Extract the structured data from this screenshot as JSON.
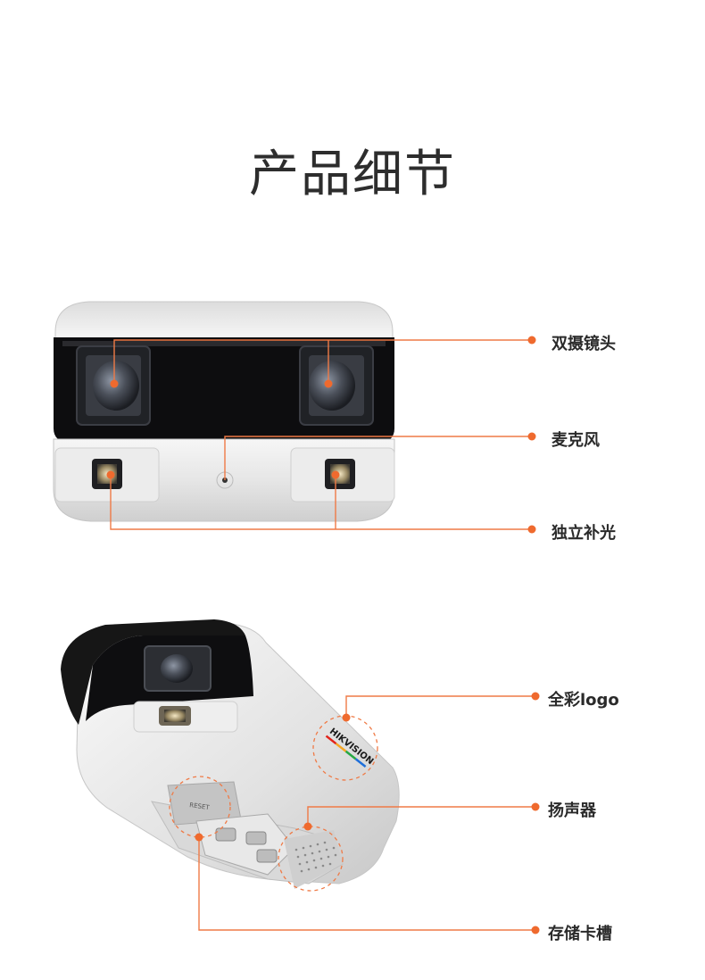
{
  "page_title": "产品细节",
  "callouts": {
    "dual_lens": "双摄镜头",
    "microphone": "麦克风",
    "independent_light": "独立补光",
    "color_logo": "全彩logo",
    "speaker": "扬声器",
    "storage_slot": "存储卡槽"
  },
  "camera_markings": {
    "brand": "HIKVISION",
    "reset": "RESET"
  },
  "colors": {
    "accent": "#ef6a2e",
    "title": "#2d2d2d",
    "label": "#2a2a2a"
  }
}
